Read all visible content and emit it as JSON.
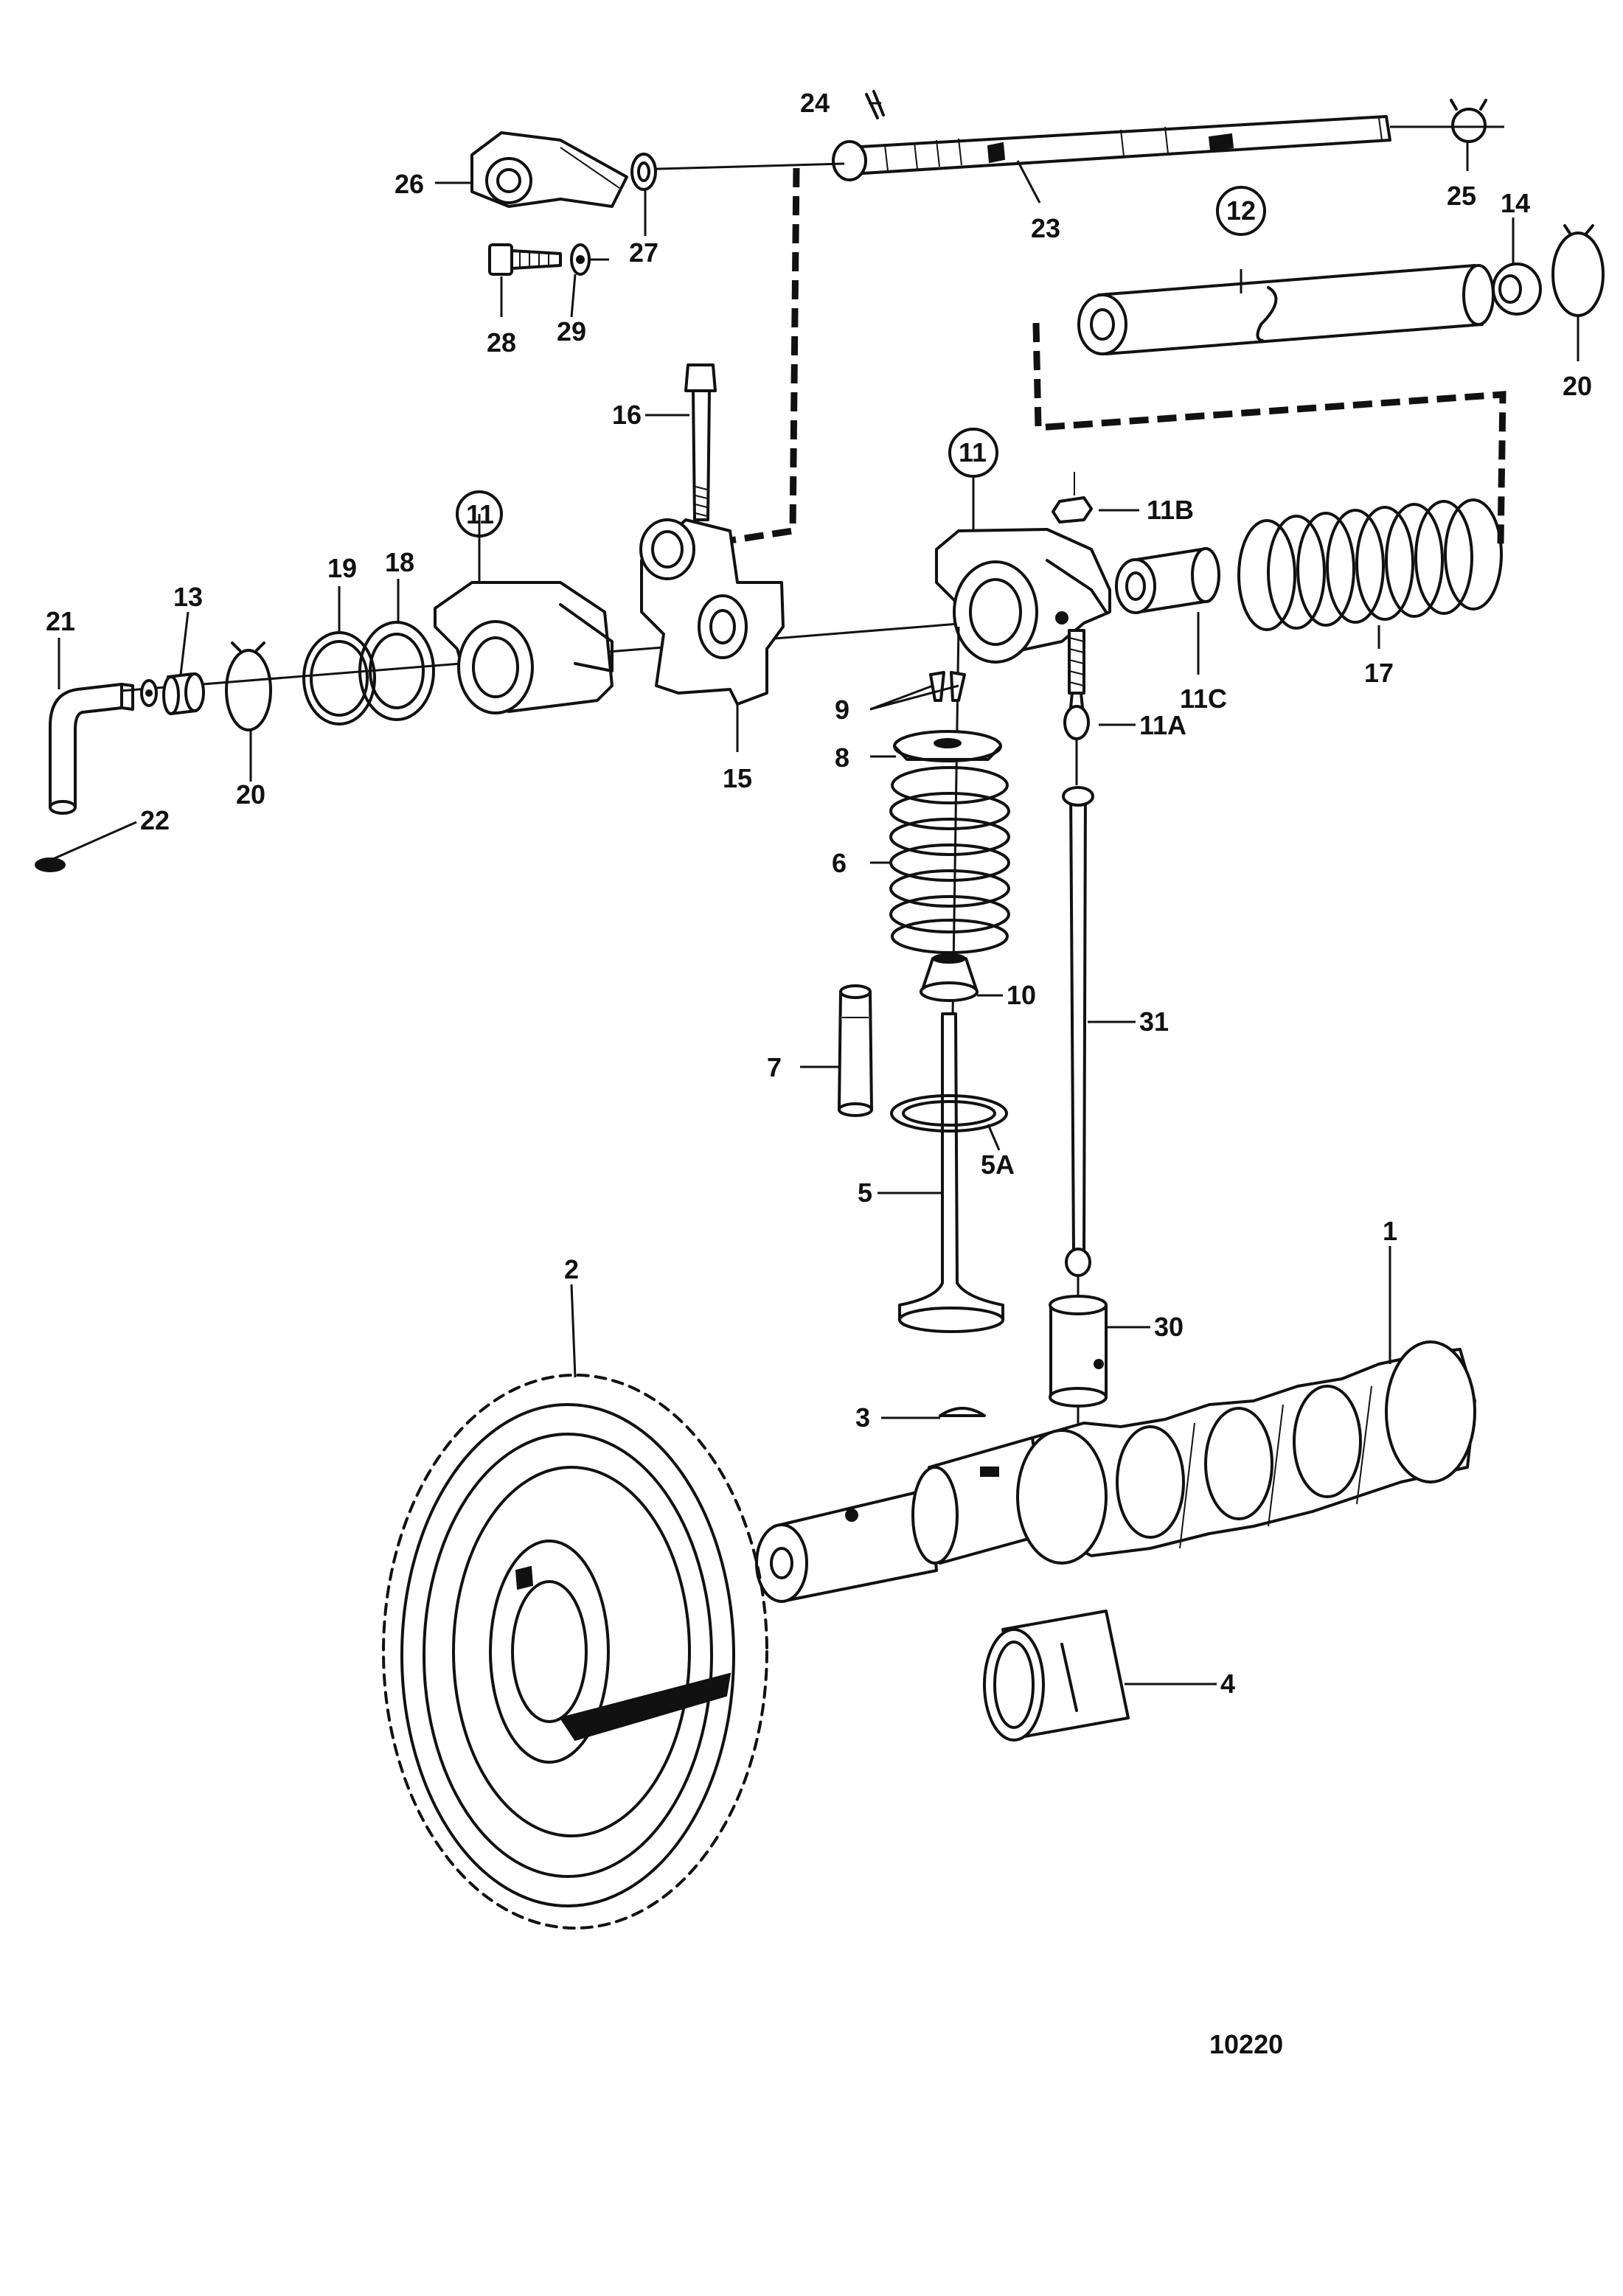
{
  "labels": {
    "p1": "1",
    "p2": "2",
    "p3": "3",
    "p4": "4",
    "p5": "5",
    "p5a": "5A",
    "p6": "6",
    "p7": "7",
    "p8": "8",
    "p9": "9",
    "p10": "10",
    "p11a": "11",
    "p11b": "11",
    "p11A": "11A",
    "p11B": "11B",
    "p11C": "11C",
    "p12": "12",
    "p13": "13",
    "p14": "14",
    "p15": "15",
    "p16": "16",
    "p17": "17",
    "p18": "18",
    "p19": "19",
    "p20a": "20",
    "p20b": "20",
    "p21": "21",
    "p22": "22",
    "p23": "23",
    "p24": "24",
    "p25": "25",
    "p26": "26",
    "p27": "27",
    "p28": "28",
    "p29": "29",
    "p30": "30",
    "p31": "31"
  },
  "drawing_number": "10220"
}
